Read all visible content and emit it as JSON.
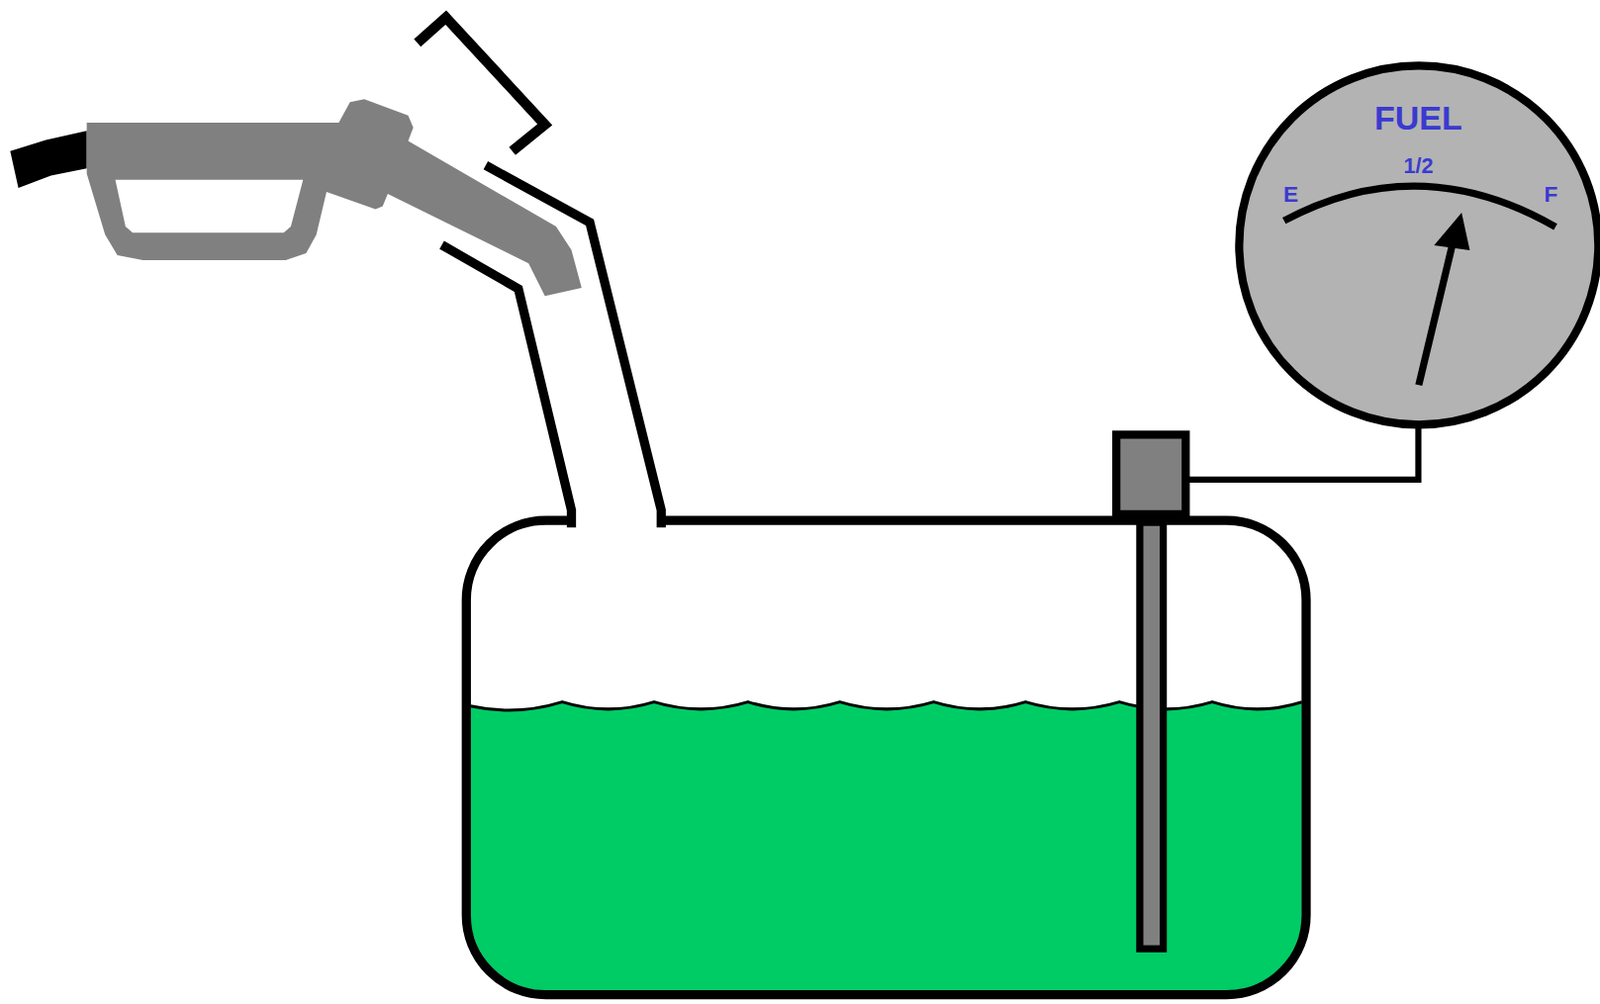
{
  "diagram": {
    "nodes": [
      {
        "text": [
          "FUEL",
          "E",
          "1/2",
          "F"
        ]
      }
    ]
  }
}
